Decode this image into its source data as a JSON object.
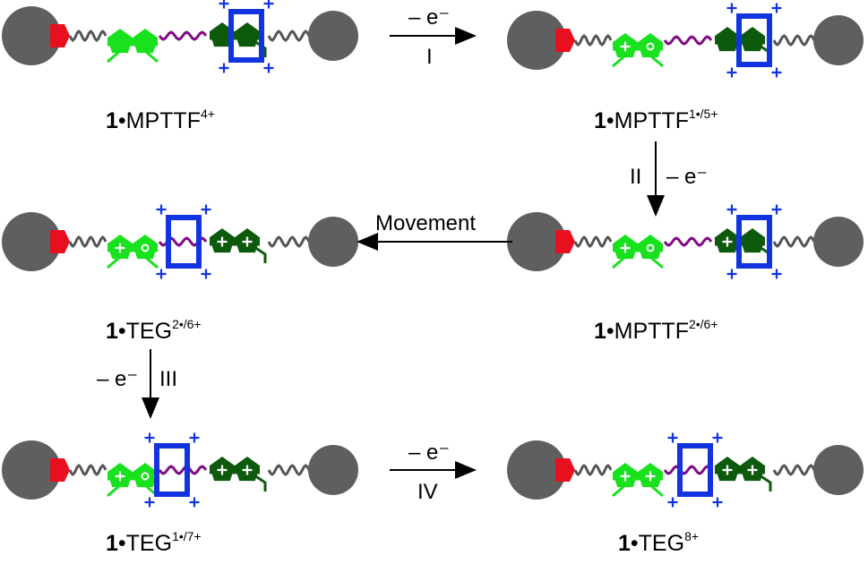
{
  "colors": {
    "stopper": "#5f5f5f",
    "chain": "#555555",
    "red_stopper": "#e8101f",
    "light_unit": "#19e11e",
    "dark_unit": "#0d5a0d",
    "linker": "#800c86",
    "ring": "#1133e0",
    "plus": "#1133e0"
  },
  "states": [
    {
      "id": "s1",
      "label_bold": "1",
      "label_main": "•MPTTF",
      "label_sup": "4+"
    },
    {
      "id": "s2",
      "label_bold": "1",
      "label_main": "•MPTTF",
      "label_sup": "1•/5+"
    },
    {
      "id": "s3",
      "label_bold": "1",
      "label_main": "•MPTTF",
      "label_sup": "2•/6+"
    },
    {
      "id": "s4",
      "label_bold": "1",
      "label_main": "•TEG",
      "label_sup": "2•/6+"
    },
    {
      "id": "s5",
      "label_bold": "1",
      "label_main": "•TEG",
      "label_sup": "1•/7+"
    },
    {
      "id": "s6",
      "label_bold": "1",
      "label_main": "•TEG",
      "label_sup": "8+"
    }
  ],
  "arrows": [
    {
      "id": "I",
      "text_a": "– e⁻",
      "text_b": "I"
    },
    {
      "id": "II",
      "text_a": "II",
      "text_b": "– e⁻"
    },
    {
      "id": "movement",
      "text_a": "Movement"
    },
    {
      "id": "III",
      "text_a": "– e⁻",
      "text_b": "III"
    },
    {
      "id": "IV",
      "text_a": "– e⁻",
      "text_b": "IV"
    }
  ]
}
